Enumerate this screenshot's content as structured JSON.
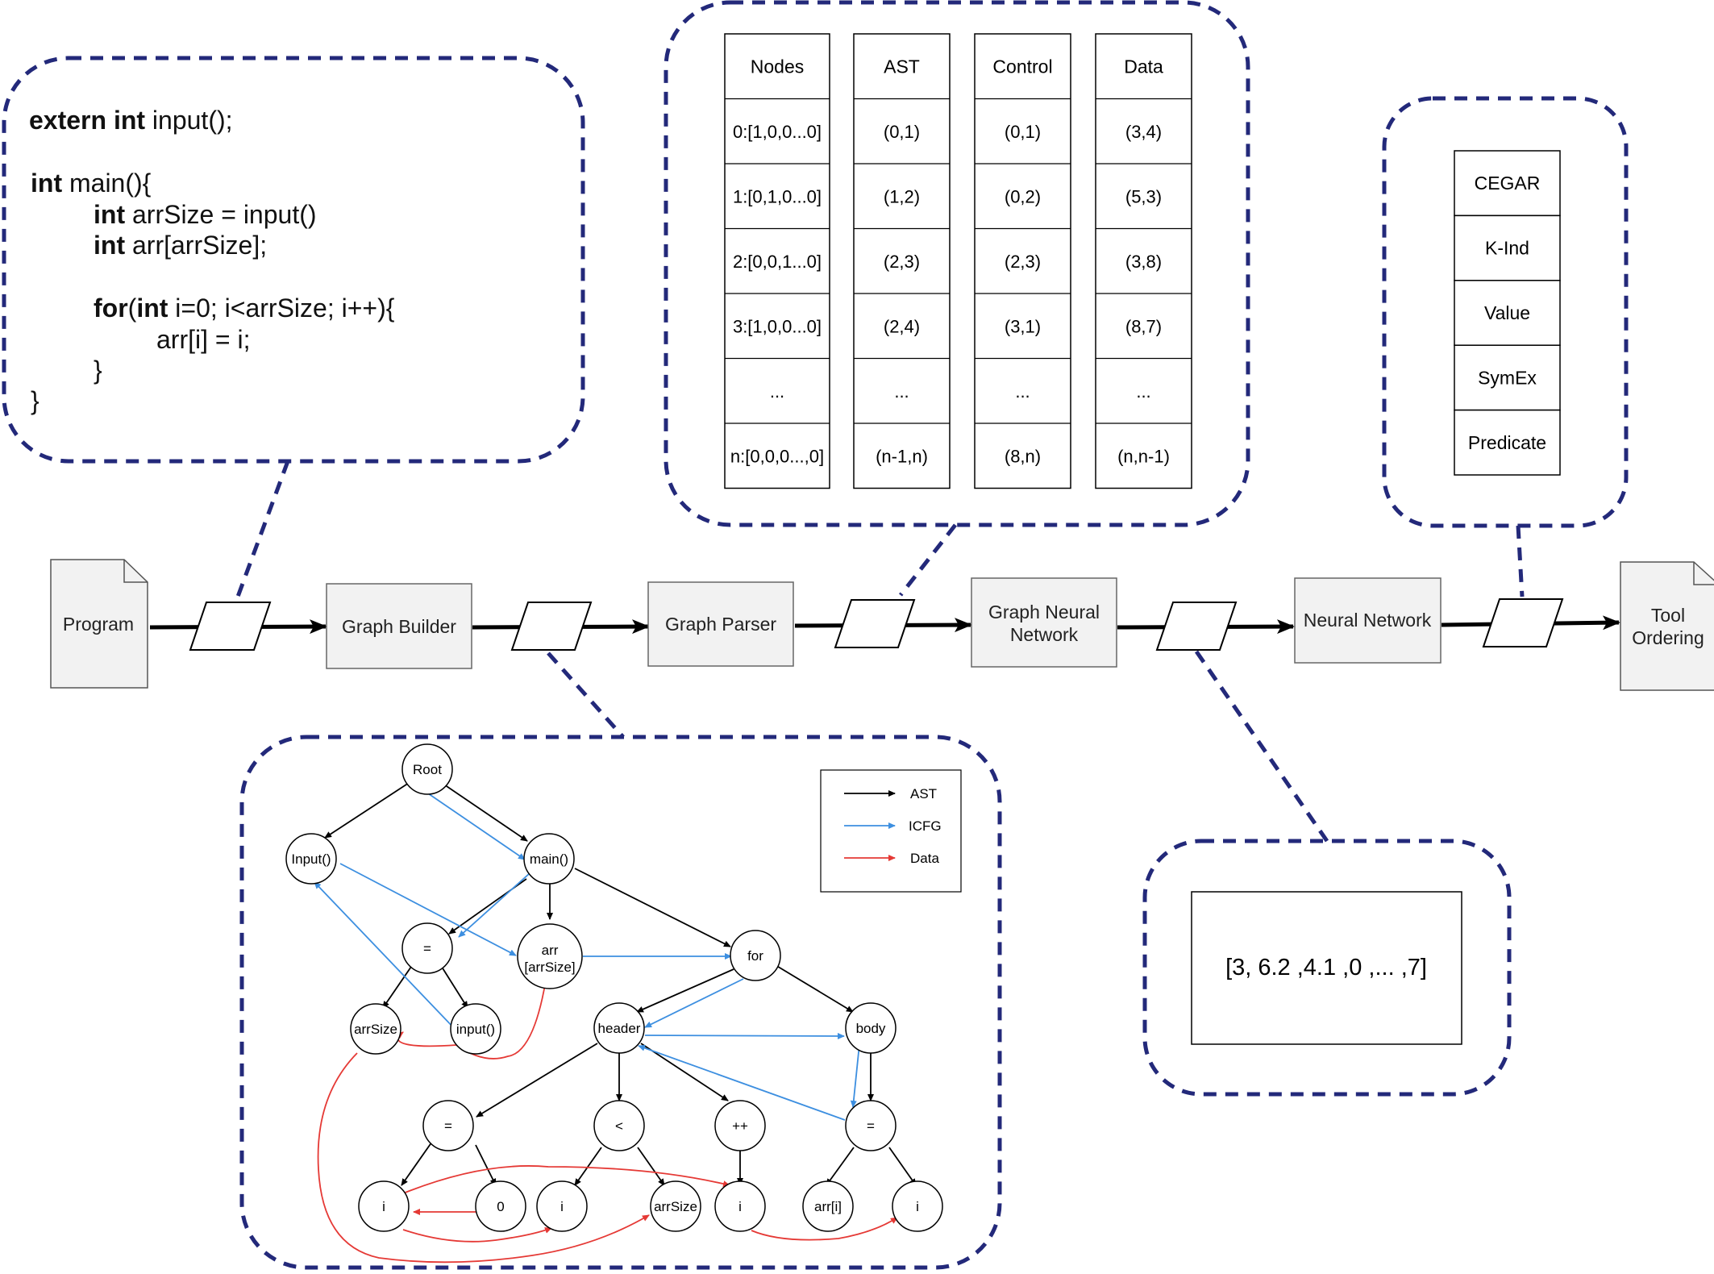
{
  "pipeline": {
    "program": "Program",
    "graph_builder": "Graph Builder",
    "graph_parser": "Graph Parser",
    "gnn_line1": "Graph Neural",
    "gnn_line2": "Network",
    "neural_network": "Neural Network",
    "tool_line1": "Tool",
    "tool_line2": "Ordering"
  },
  "code": {
    "lines": [
      [
        "extern int",
        " input();"
      ],
      [
        "",
        ""
      ],
      [
        "int",
        " main(){"
      ],
      [
        "int",
        " arrSize = input()"
      ],
      [
        "int",
        " arr[arrSize];"
      ],
      [
        "",
        ""
      ],
      [
        "for",
        "(",
        "int",
        " i=0; i<arrSize; i++){"
      ],
      [
        "",
        "arr[i] = i;"
      ],
      [
        "",
        "}"
      ],
      [
        "",
        "}"
      ]
    ]
  },
  "table": {
    "columns": [
      {
        "header": "Nodes",
        "cells": [
          "0:[1,0,0...0]",
          "1:[0,1,0...0]",
          "2:[0,0,1...0]",
          "3:[1,0,0...0]",
          "...",
          "n:[0,0,0...,0]"
        ]
      },
      {
        "header": "AST",
        "cells": [
          "(0,1)",
          "(1,2)",
          "(2,3)",
          "(2,4)",
          "...",
          "(n-1,n)"
        ]
      },
      {
        "header": "Control",
        "cells": [
          "(0,1)",
          "(0,2)",
          "(2,3)",
          "(3,1)",
          "...",
          "(8,n)"
        ]
      },
      {
        "header": "Data",
        "cells": [
          "(3,4)",
          "(5,3)",
          "(3,8)",
          "(8,7)",
          "...",
          "(n,n-1)"
        ]
      }
    ]
  },
  "tools": [
    "CEGAR",
    "K-Ind",
    "Value",
    "SymEx",
    "Predicate"
  ],
  "vector_output": "[3, 6.2 ,4.1 ,0 ,... ,7]",
  "graph": {
    "nodes": {
      "root": "Root",
      "input_fn": "Input()",
      "main": "main()",
      "assign1": "=",
      "arr_decl_1": "arr",
      "arr_decl_2": "[arrSize]",
      "for": "for",
      "arrsize": "arrSize",
      "input_call": "input()",
      "header": "header",
      "body": "body",
      "assign2": "=",
      "lt": "<",
      "inc": "++",
      "assign3": "=",
      "i1": "i",
      "zero": "0",
      "i2": "i",
      "arrsize2": "arrSize",
      "i3": "i",
      "arr_i": "arr[i]",
      "i4": "i"
    },
    "legend": {
      "ast": "AST",
      "icfg": "ICFG",
      "data": "Data"
    }
  },
  "colors": {
    "dash": "#23297a",
    "box_fill": "#f2f2f2",
    "ast": "#000000",
    "icfg": "#3d8fe0",
    "data": "#e53935"
  }
}
